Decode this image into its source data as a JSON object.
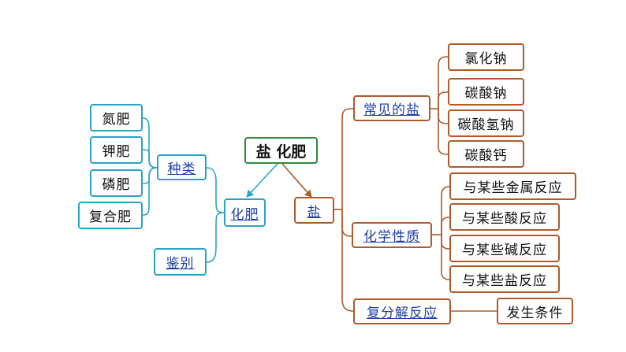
{
  "root": {
    "title": "盐 化肥"
  },
  "fertilizer": {
    "label": "化肥",
    "types_label": "种类",
    "identify_label": "鉴别",
    "types": [
      "氮肥",
      "钾肥",
      "磷肥",
      "复合肥"
    ]
  },
  "salt": {
    "label": "盐",
    "common_label": "常见的盐",
    "common": [
      "氯化钠",
      "碳酸钠",
      "碳酸氢钠",
      "碳酸钙"
    ],
    "chem_label": "化学性质",
    "chem": [
      "与某些金属反应",
      "与某些酸反应",
      "与某些碱反应",
      "与某些盐反应"
    ],
    "decomp_label": "复分解反应",
    "decomp_child": "发生条件"
  },
  "colors": {
    "cyan": "#2ba3c9",
    "brown": "#b05a2b",
    "green": "#2e8b3a",
    "link": "#1f3fa8"
  }
}
